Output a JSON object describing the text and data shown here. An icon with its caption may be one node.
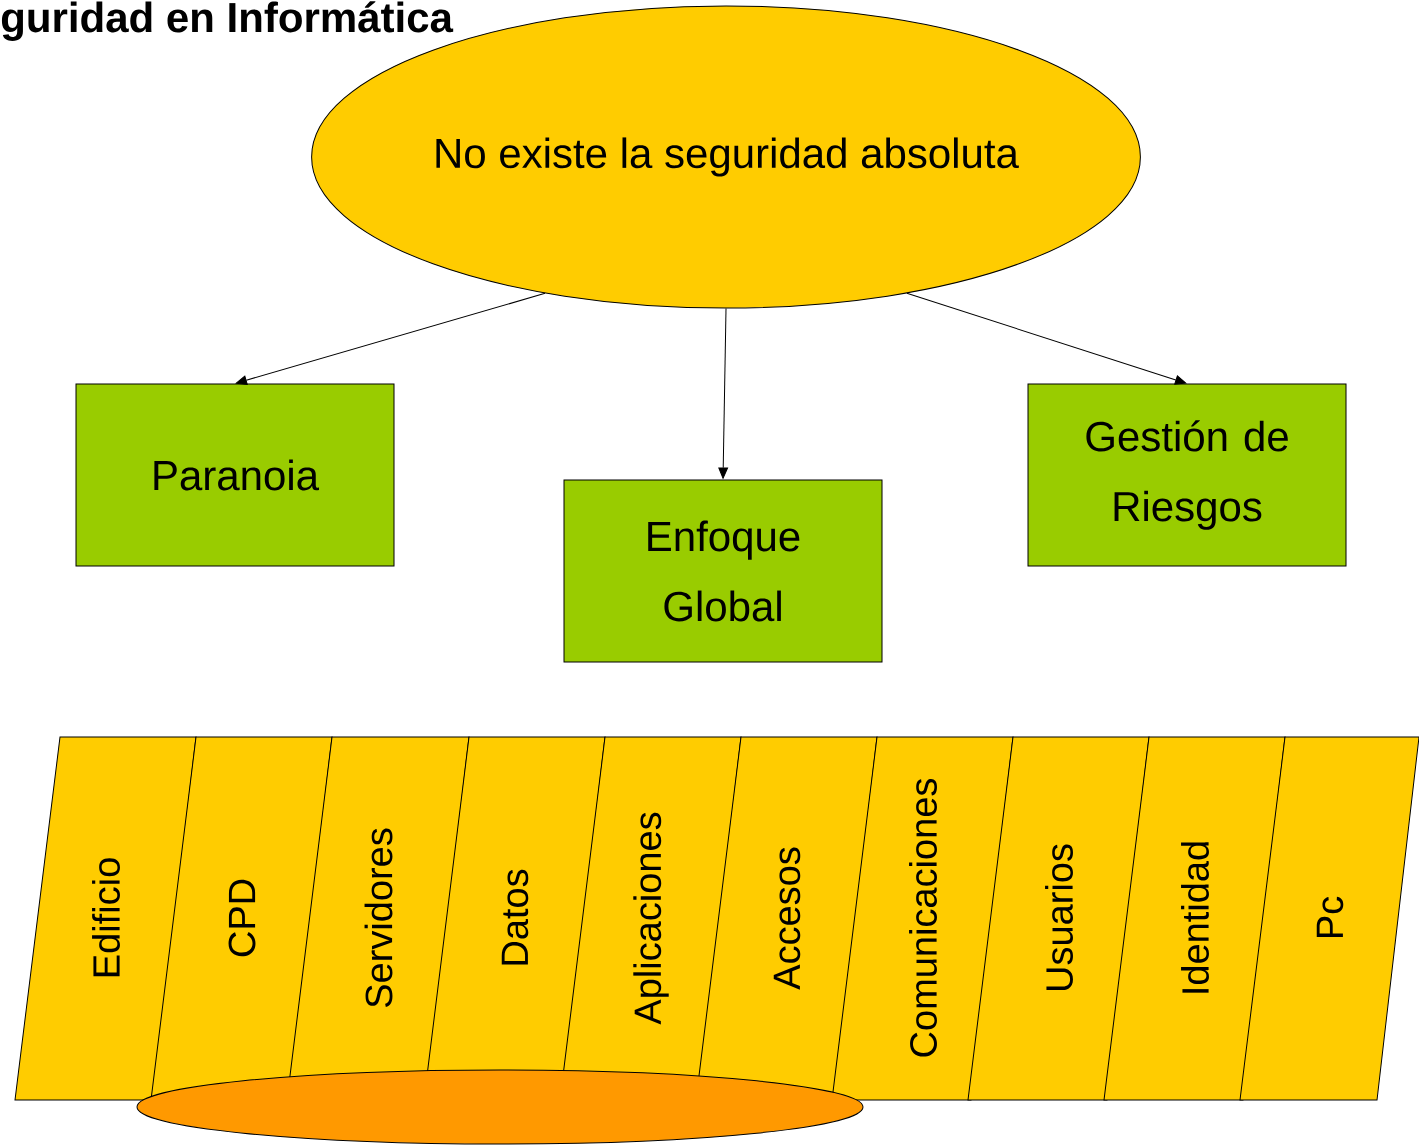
{
  "diagram": {
    "title": "guridad en Informática",
    "nodes": [
      {
        "text": [
          "No existe la seguridad absoluta"
        ]
      },
      {
        "text": [
          "Paranoia"
        ]
      },
      {
        "text": [
          "Enfoque Global"
        ]
      },
      {
        "text": [
          "Gestión de Riesgos"
        ]
      },
      {
        "text": [
          "Edificio"
        ]
      },
      {
        "text": [
          "CPD"
        ]
      },
      {
        "text": [
          "Servidores"
        ]
      },
      {
        "text": [
          "Datos"
        ]
      },
      {
        "text": [
          "Aplicaciones"
        ]
      },
      {
        "text": [
          "Accesos"
        ]
      },
      {
        "text": [
          "Comunicaciones"
        ]
      },
      {
        "text": [
          "Usuarios"
        ]
      },
      {
        "text": [
          "Identidad"
        ]
      },
      {
        "text": [
          "Pc"
        ]
      },
      {
        "text": [],
        "shape": "ellipse"
      }
    ],
    "edges": [
      {
        "from": 0,
        "to": 1,
        "arrow": "to"
      },
      {
        "from": 0,
        "to": 2,
        "arrow": "to"
      },
      {
        "from": 0,
        "to": 3,
        "arrow": "to"
      }
    ]
  }
}
